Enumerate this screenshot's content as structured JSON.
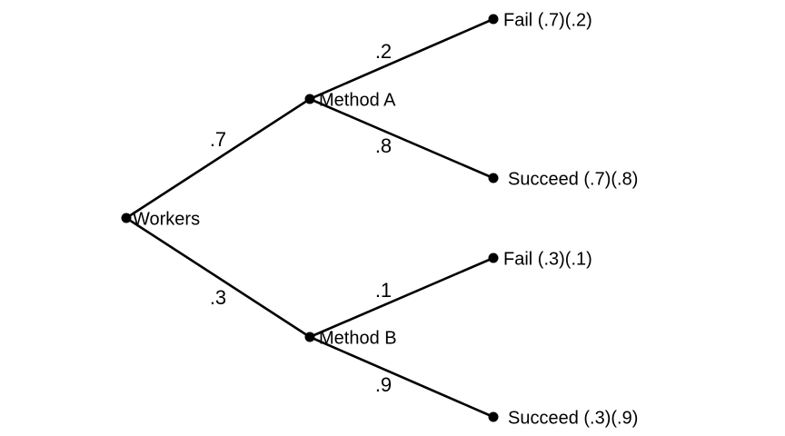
{
  "tree": {
    "root": {
      "label": "Workers"
    },
    "branches": [
      {
        "probability": ".7",
        "node": {
          "label": "Method A"
        },
        "outcomes": [
          {
            "probability": ".2",
            "label": "Fail (.7)(.2)"
          },
          {
            "probability": ".8",
            "label": "Succeed (.7)(.8)"
          }
        ]
      },
      {
        "probability": ".3",
        "node": {
          "label": "Method B"
        },
        "outcomes": [
          {
            "probability": ".1",
            "label": "Fail (.3)(.1)"
          },
          {
            "probability": ".9",
            "label": "Succeed (.3)(.9)"
          }
        ]
      }
    ]
  }
}
